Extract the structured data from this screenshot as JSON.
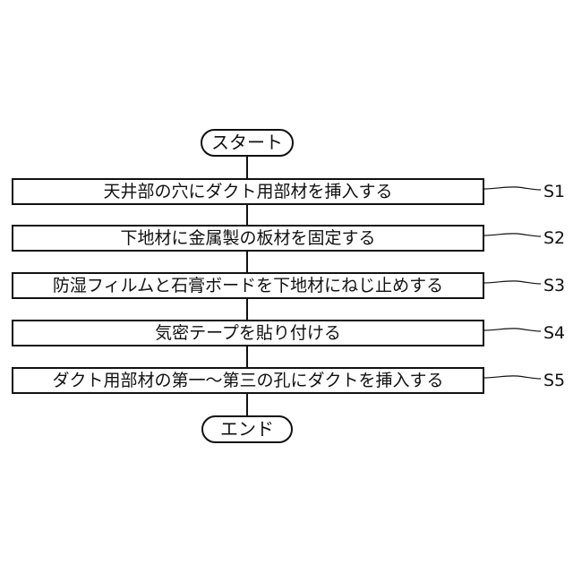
{
  "flowchart": {
    "start": "スタート",
    "end": "エンド",
    "steps": [
      {
        "text": "天井部の穴にダクト用部材を挿入する",
        "label": "S1"
      },
      {
        "text": "下地材に金属製の板材を固定する",
        "label": "S2"
      },
      {
        "text": "防湿フィルムと石膏ボードを下地材にねじ止めする",
        "label": "S3"
      },
      {
        "text": "気密テープを貼り付ける",
        "label": "S4"
      },
      {
        "text": "ダクト用部材の第一～第三の孔にダクトを挿入する",
        "label": "S5"
      }
    ]
  }
}
